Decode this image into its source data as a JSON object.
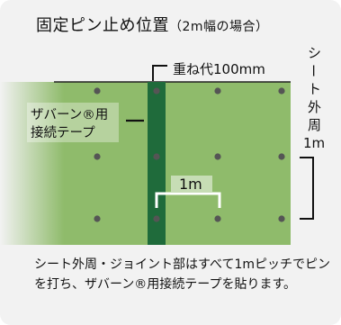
{
  "title": {
    "main": "固定ピン止め位置",
    "sub": "（2m幅の場合）"
  },
  "labels": {
    "overlap": "重ね代100mm",
    "tape_line1": "ザバーン®用",
    "tape_line2": "接続テープ",
    "edge_vertical": [
      "シ",
      "ー",
      "ト",
      "外",
      "周"
    ],
    "edge_spacing": "1m",
    "pin_spacing": "1m"
  },
  "description": "シート外周・ジョイント部はすべて1mピッチでピンを打ち、ザバーン®用接続テープを貼ります。",
  "colors": {
    "sheet": "#8fbb6b",
    "tape": "#1f6b3b",
    "pin": "#555555",
    "background": "#f2f2f2"
  }
}
